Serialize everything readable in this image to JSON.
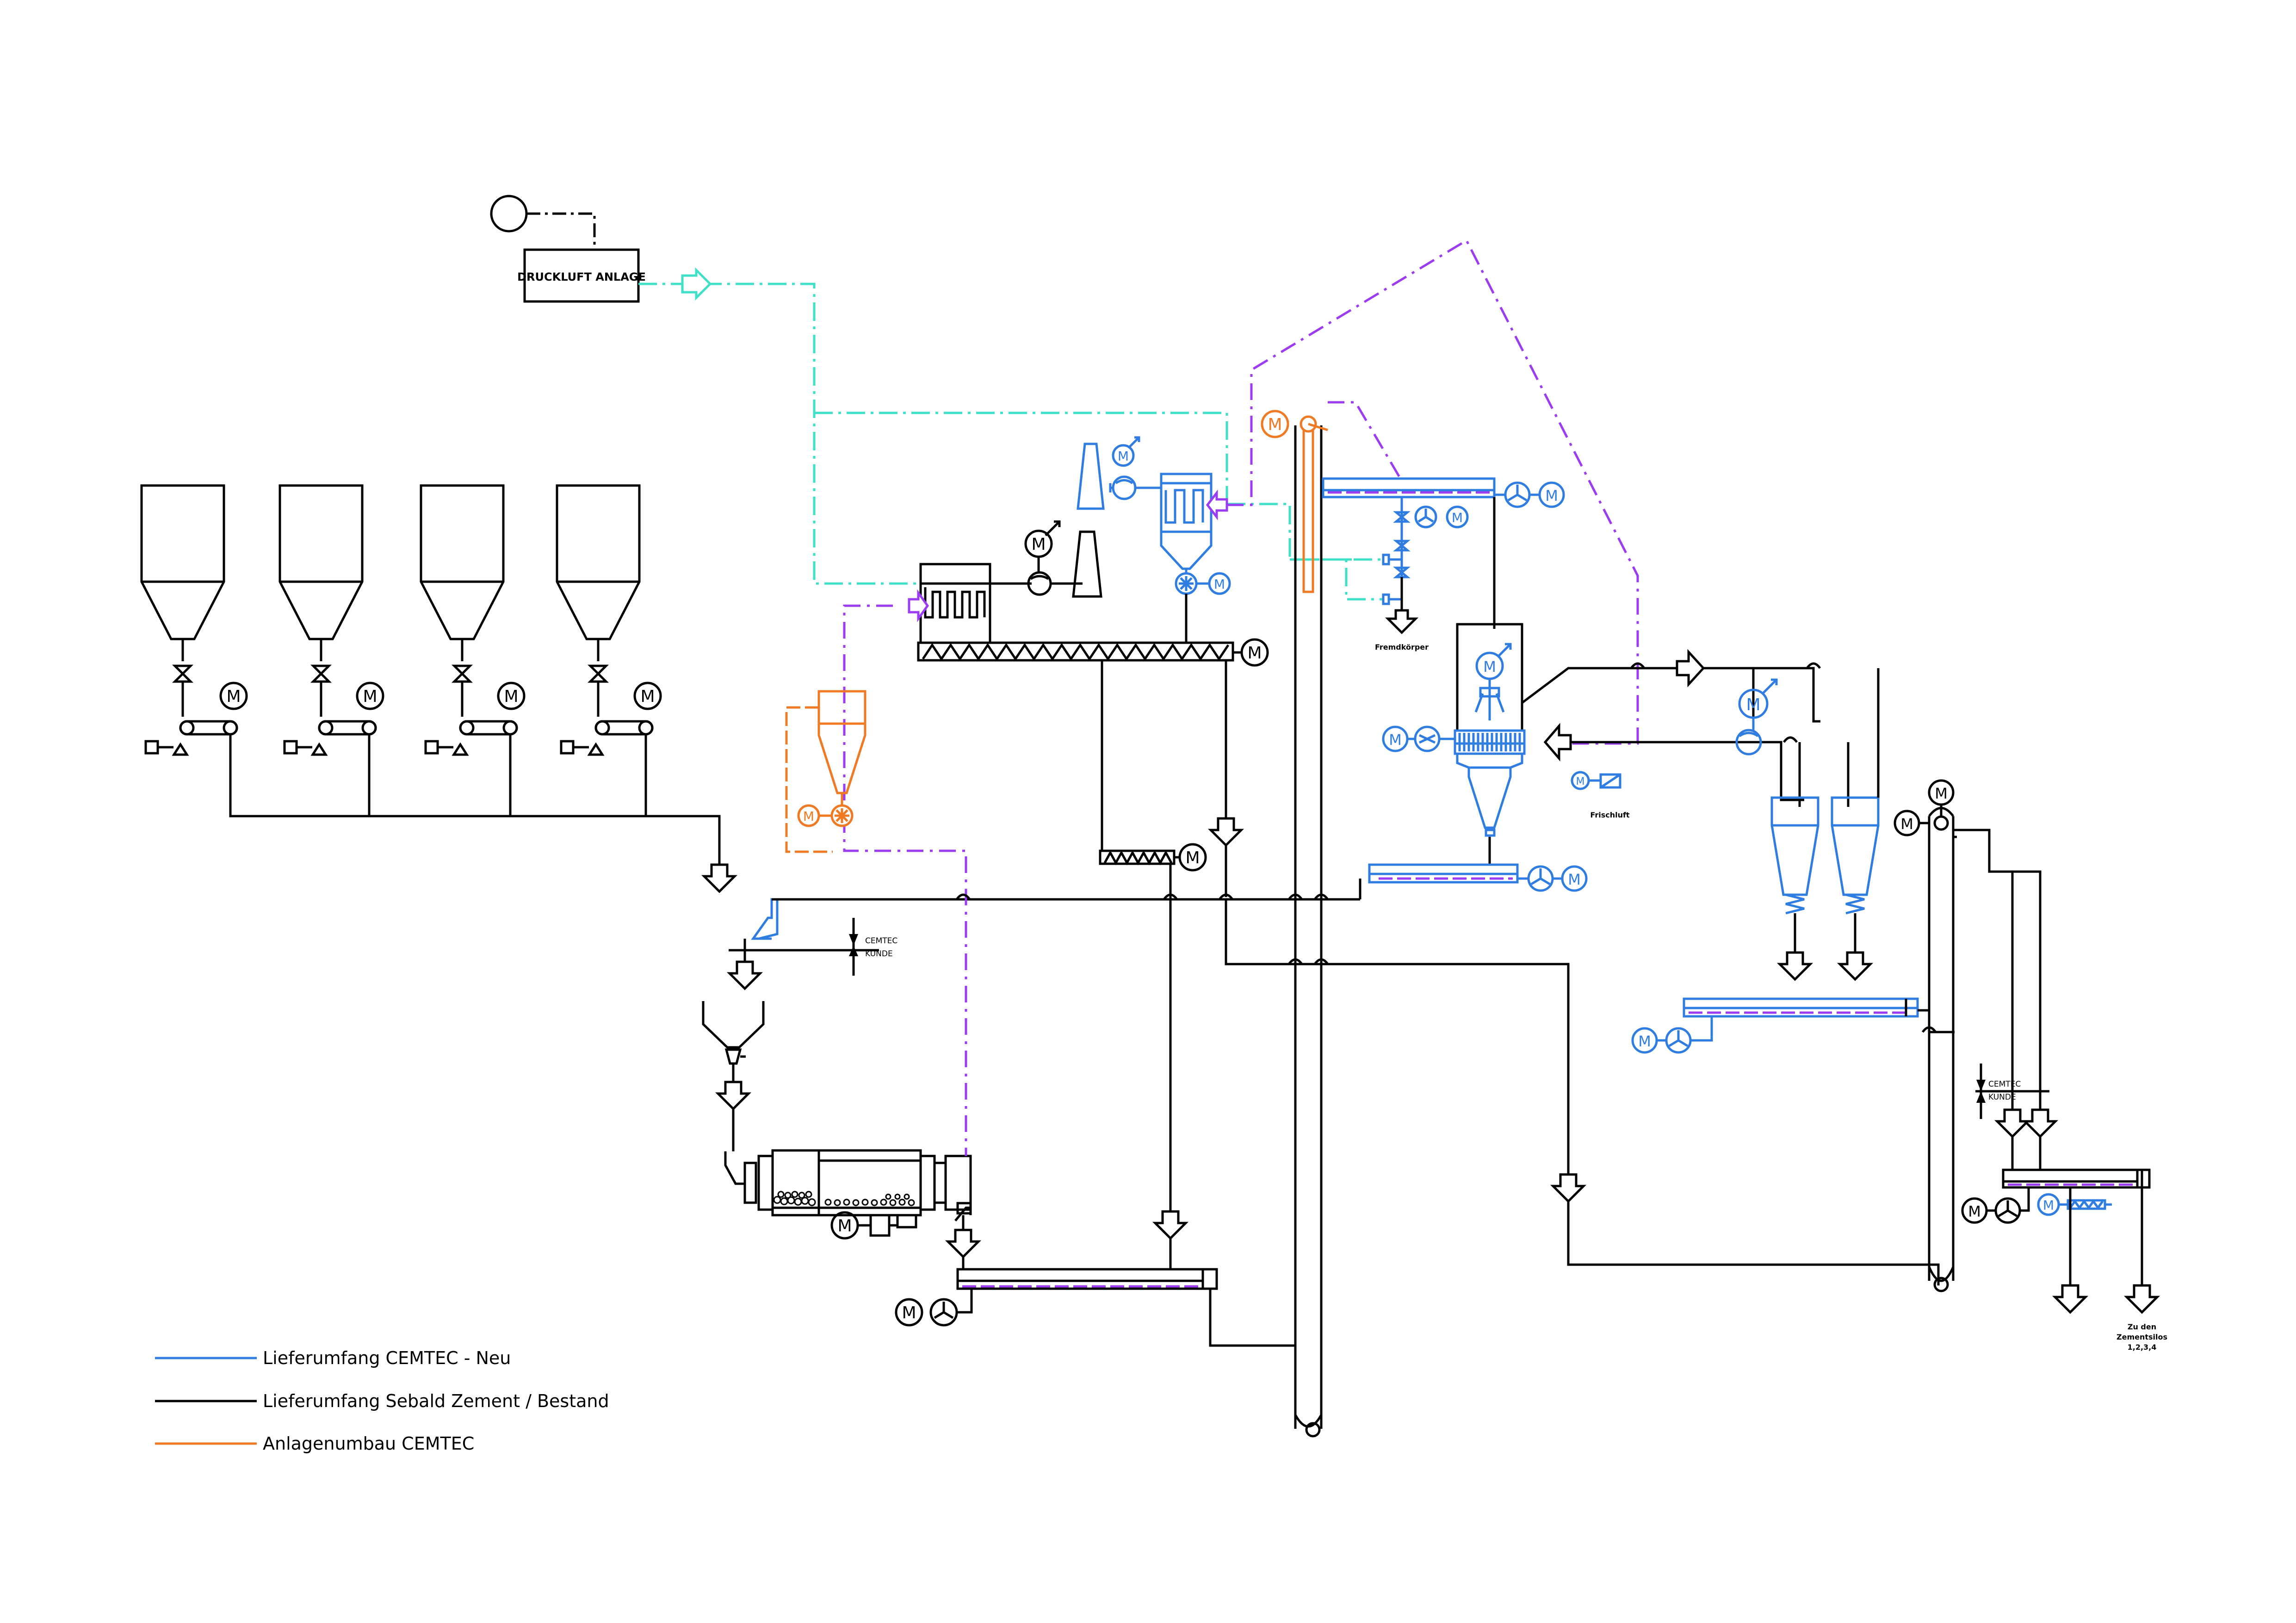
{
  "labels": {
    "compressor": "DRUCKLUFT ANLAGE",
    "foreign_matter": "Fremdkörper",
    "fresh_air": "Frischluft",
    "cemtec_1": "CEMTEC",
    "kunde_1": "KUNDE",
    "cemtec_2": "CEMTEC",
    "kunde_2": "KUNDE",
    "zementsilos_1": "Zu den",
    "zementsilos_2": "Zementsilos",
    "zementsilos_3": "1,2,3,4",
    "motor": "M"
  },
  "legend": [
    {
      "text": "Lieferumfang CEMTEC - Neu",
      "color": "#2f7de1"
    },
    {
      "text": "Lieferumfang Sebald  Zement / Bestand",
      "color": "#000000"
    },
    {
      "text": "Anlagenumbau CEMTEC",
      "color": "#f07a24"
    }
  ],
  "colors": {
    "new_scope": "#2f7de1",
    "existing": "#000000",
    "rebuild": "#f07a24",
    "air_dashed": "#9b3cf2",
    "compressed_air": "#3fe0c8"
  }
}
